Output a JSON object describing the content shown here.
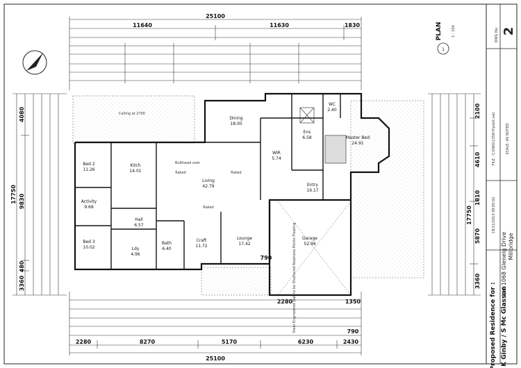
{
  "title_block": {
    "plan_label": "PLAN",
    "sheet_number": "1",
    "scale_ratio": "1 : 100",
    "dwg_label": "DWG No.",
    "dwg_number": "2",
    "file_label": "FILE : C:DWG\\1358-Triplett.vwt",
    "scale_label": "SCALE: AS NOTED",
    "date": "19/11/2013 09:05:02",
    "lot": "Lot 1068 Glenelg Drive",
    "suburb": "Millbridge",
    "project": "Proposed Residence for :",
    "owners": "K Ginby / S Mc Glasson"
  },
  "top_dims": {
    "overall": "25100",
    "seg_left": "11640",
    "seg_mid": "11630",
    "seg_right": "1830"
  },
  "bottom_dims": {
    "overall": "25100",
    "seg1": "2280",
    "seg2": "8270",
    "seg3": "5170",
    "seg4": "6230",
    "seg5": "2430",
    "seg6": "2280",
    "seg7": "1350"
  },
  "left_dims": {
    "overall": "17750",
    "seg1": "9830",
    "seg2": "4080",
    "seg3": "3360",
    "seg4": "480"
  },
  "right_dims": {
    "overall": "17750",
    "seg1": "4610",
    "seg2": "2100",
    "seg3": "5870",
    "seg4": "3360",
    "seg5": "1810"
  },
  "rooms": [
    {
      "name": "Bed 2",
      "area": "11.26"
    },
    {
      "name": "Activity",
      "area": "9.68"
    },
    {
      "name": "Bed 3",
      "area": "10.02"
    },
    {
      "name": "Kitch",
      "area": "14.01"
    },
    {
      "name": "Hall",
      "area": "6.57"
    },
    {
      "name": "Living",
      "area": "42.79"
    },
    {
      "name": "Dining",
      "area": "18.00"
    },
    {
      "name": "Craft",
      "area": "11.72"
    },
    {
      "name": "Lounge",
      "area": "17.42"
    },
    {
      "name": "Bath",
      "area": "6.40"
    },
    {
      "name": "Ldy",
      "area": "4.96"
    },
    {
      "name": "Ens",
      "area": "6.58"
    },
    {
      "name": "WC",
      "area": "2.40"
    },
    {
      "name": "WIR",
      "area": "5.74"
    },
    {
      "name": "Master Bed",
      "area": "24.91"
    },
    {
      "name": "Entry",
      "area": "16.17"
    },
    {
      "name": "Garage",
      "area": "52.99"
    }
  ],
  "notes": {
    "ceiling": "Ceiling at 2700",
    "garage_note": "Steel Engineered Slab to be Shuttered Neatness Points Floating",
    "bulkhead": "Bulkhead over",
    "raked1": "Raked",
    "raked2": "Raked",
    "raked3": "Raked",
    "dim_790a": "790",
    "dim_790b": "790"
  }
}
